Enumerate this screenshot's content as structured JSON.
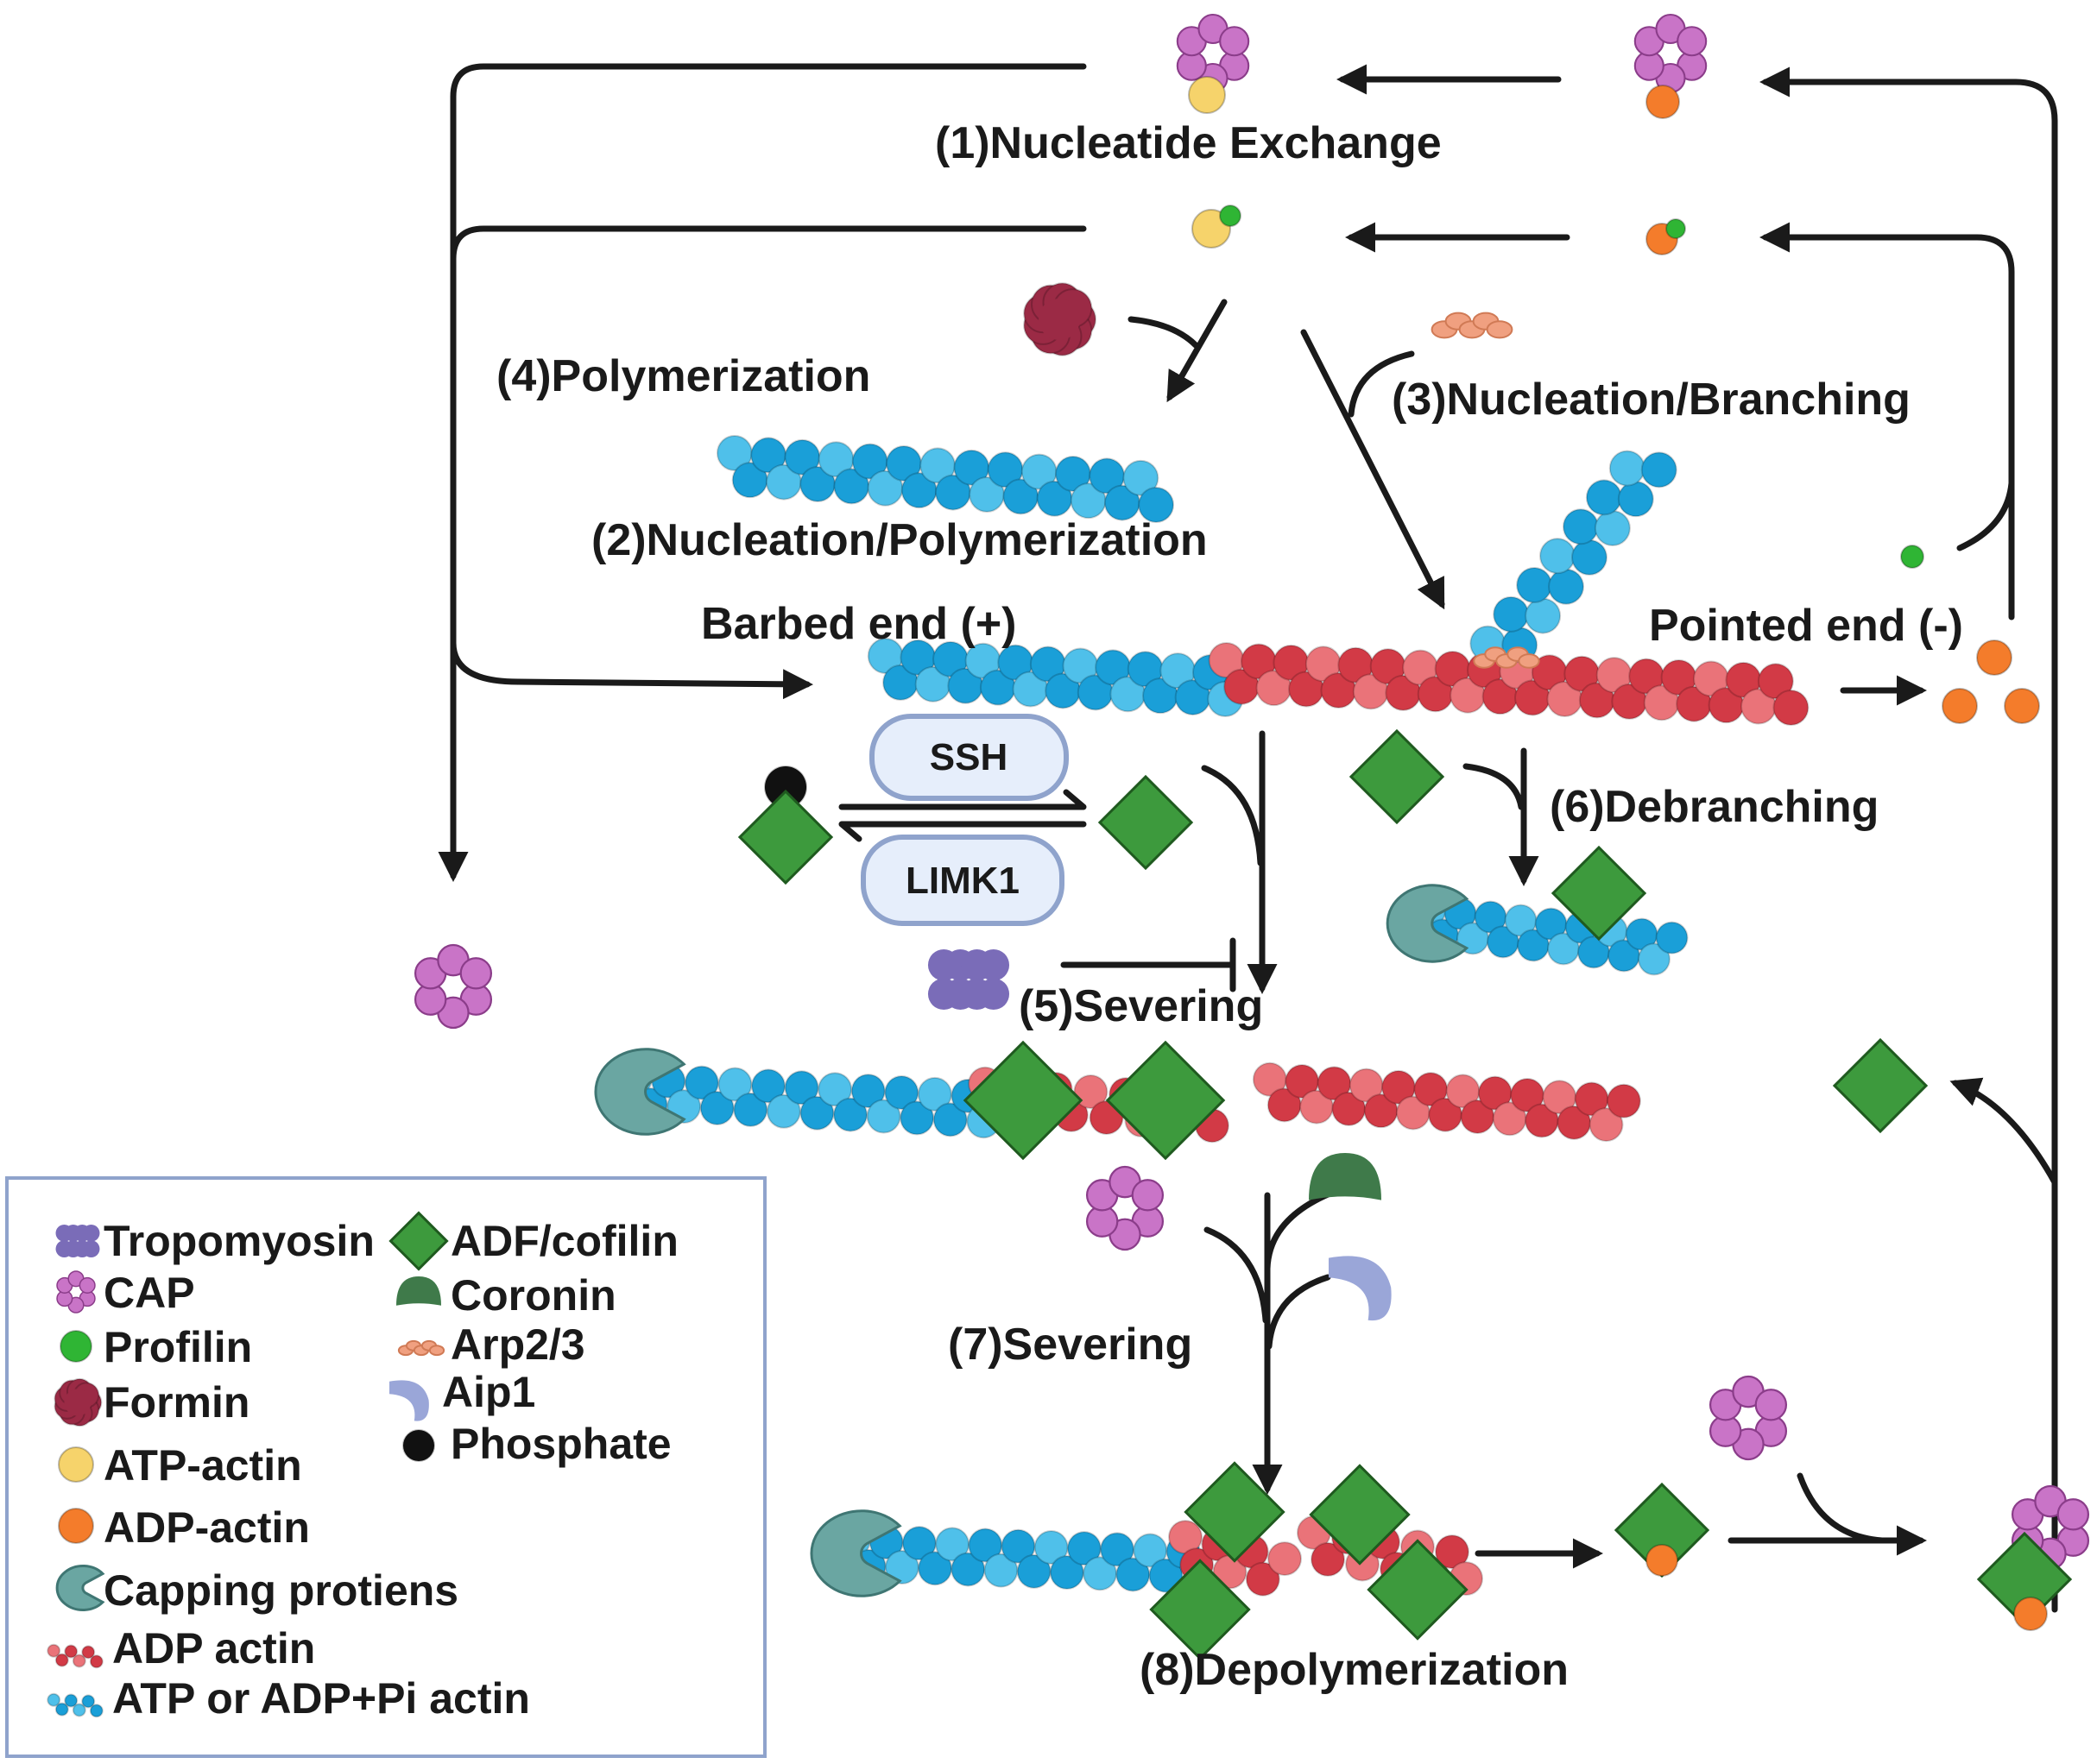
{
  "colors": {
    "atp_actin_fil": "#1a9fd8",
    "atp_actin_fil_light": "#4fc0ea",
    "adp_actin_fil": "#d23a46",
    "adp_actin_fil_light": "#ea7379",
    "cap": "#c974c7",
    "cap_stroke": "#8b3d8a",
    "profilin": "#2fb534",
    "formin": "#9b2a45",
    "atp_actin": "#f6d36b",
    "adp_actin": "#f47c2b",
    "cofilin": "#3d9a3d",
    "coronin": "#3f7a4a",
    "arp23": "#f0a080",
    "aip1": "#9aa6d8",
    "tropomyosin": "#7a6cb8",
    "capping": "#6aa6a2",
    "arrow": "#1a1a1a",
    "pill_fill": "#e6eefb",
    "pill_stroke": "#8fa3cc",
    "legend_border": "#8fa3cc"
  },
  "labels": {
    "step1": "(1)Nucleatide Exchange",
    "step2": "(2)Nucleation/Polymerization",
    "step3": "(3)Nucleation/Branching",
    "step4": "(4)Polymerization",
    "step5": "(5)Severing",
    "step6": "(6)Debranching",
    "step7": "(7)Severing",
    "step8": "(8)Depolymerization",
    "barbed_end": "Barbed end (+)",
    "pointed_end": "Pointed end (-)",
    "ssh": "SSH",
    "limk1": "LIMK1"
  },
  "legend": {
    "left": [
      {
        "label": "Tropomyosin",
        "icon": "tropomyosin-icon"
      },
      {
        "label": "CAP",
        "icon": "cap-icon"
      },
      {
        "label": "Profilin",
        "icon": "profilin-icon"
      },
      {
        "label": "Formin",
        "icon": "formin-icon"
      },
      {
        "label": "ATP-actin",
        "icon": "atp-actin-icon"
      },
      {
        "label": "ADP-actin",
        "icon": "adp-actin-icon"
      },
      {
        "label": "Capping protiens",
        "icon": "capping-protein-icon"
      },
      {
        "label": "ADP actin",
        "icon": "adp-filament-icon"
      },
      {
        "label": "ATP or ADP+Pi  actin",
        "icon": "atp-filament-icon"
      }
    ],
    "right": [
      {
        "label": "ADF/cofilin",
        "icon": "cofilin-icon"
      },
      {
        "label": "Coronin",
        "icon": "coronin-icon"
      },
      {
        "label": "Arp2/3",
        "icon": "arp23-icon"
      },
      {
        "label": "Aip1",
        "icon": "aip1-icon"
      },
      {
        "label": "Phosphate",
        "icon": "phosphate-icon"
      }
    ]
  }
}
